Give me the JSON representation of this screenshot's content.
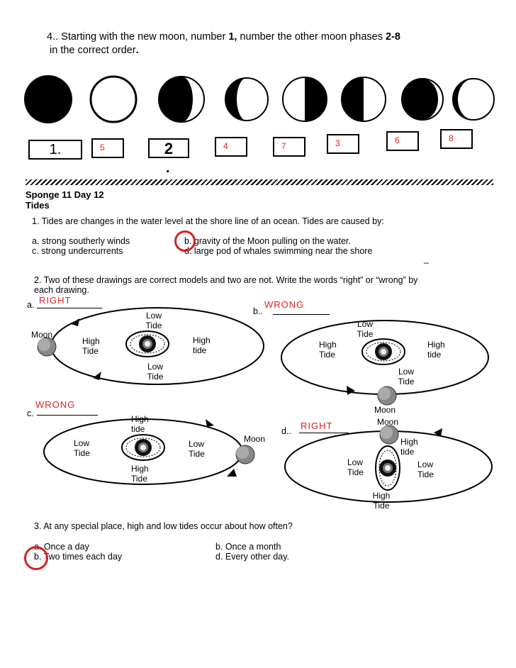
{
  "q4": {
    "line1_a": "4..  Starting with the new moon, number ",
    "line1_b": "1,",
    "line1_c": "  number the other moon phases ",
    "line1_d": "2-8",
    "line2_a": "in the correct order",
    "line2_b": ".",
    "answers": [
      "1.",
      "5",
      "2",
      "4",
      "7",
      "3",
      "6",
      "8"
    ],
    "dot": "."
  },
  "header": {
    "title": "Sponge 11  Day 12",
    "subtitle": "Tides"
  },
  "q1": {
    "question": "1.  Tides are changes in the water level at the shore line of an ocean.    Tides are caused by:",
    "opt_a": "a.   strong southerly winds",
    "opt_b": "b.  gravity of the Moon pulling on the water.",
    "opt_c": "c.   strong undercurrents",
    "opt_d": "d.  large pod of whales swimming near the shore",
    "dash": "_"
  },
  "q2": {
    "line1": "2.  Two of these drawings are correct models and two are not.   Write the words “right” or “wrong” by",
    "line2": "each drawing.",
    "a": {
      "letter": "a.",
      "answer": "RIGHT",
      "moon": "Moon",
      "left": [
        "High",
        "Tide"
      ],
      "right": [
        "High",
        "tide"
      ],
      "top": [
        "Low",
        "Tide"
      ],
      "bottom": [
        "Low",
        "Tide"
      ]
    },
    "b": {
      "letter": "b..",
      "answer": "WRONG",
      "moon": "Moon",
      "left": [
        "High",
        "Tide"
      ],
      "right": [
        "High",
        "tide"
      ],
      "top": [
        "Low",
        "Tide"
      ],
      "bottom": [
        "Low",
        "Tide"
      ]
    },
    "c": {
      "letter": "c.",
      "answer": "WRONG",
      "moon": "Moon",
      "left": [
        "Low",
        "Tide"
      ],
      "right": [
        "Low",
        "Tide"
      ],
      "top": [
        "High",
        "tide"
      ],
      "bottom": [
        "High",
        "Tide"
      ]
    },
    "d": {
      "letter": "d..",
      "answer": "RIGHT",
      "moon": "Moon",
      "left": [
        "Low",
        "Tide"
      ],
      "right": [
        "Low",
        "Tide"
      ],
      "top": [
        "High",
        "tide"
      ],
      "bottom": [
        "High",
        "Tide"
      ]
    }
  },
  "q3": {
    "question": "3.  At any special place, high and low tides occur about how often?",
    "opt_a": "a.  Once a day",
    "opt_b": "b.  Two times each day",
    "opt_c": "b.  Once a month",
    "opt_d": "d.   Every other day."
  }
}
